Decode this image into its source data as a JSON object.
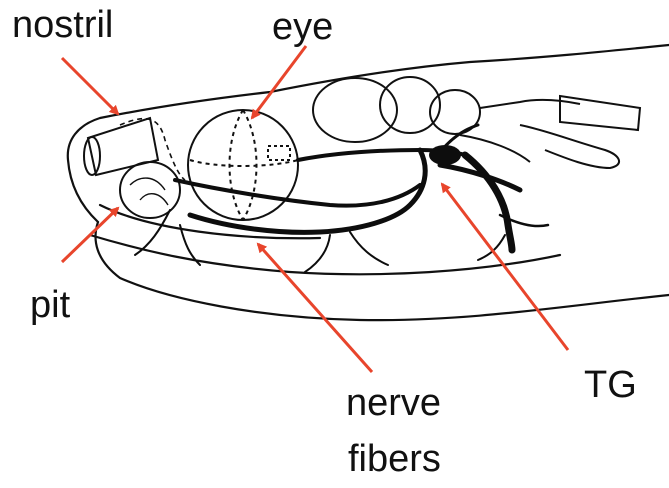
{
  "labels": {
    "nostril": "nostril",
    "eye": "eye",
    "pit": "pit",
    "nerve_line1": "nerve",
    "nerve_line2": "fibers",
    "tg": "TG"
  },
  "colors": {
    "arrow": "#e8452c",
    "ink": "#111111",
    "nerve": "#0d0d0d"
  }
}
